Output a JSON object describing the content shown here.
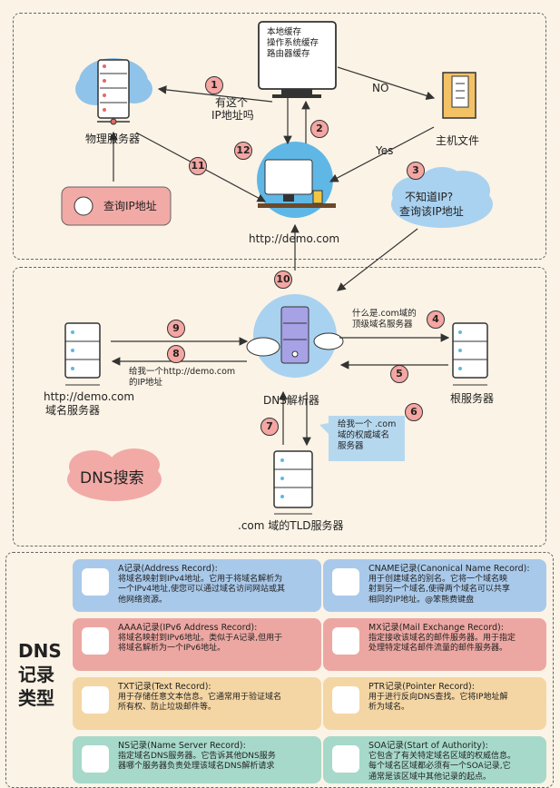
{
  "cache_text": [
    "本地缓存",
    "操作系统缓存",
    "路由器缓存"
  ],
  "physical_server": "物理服务器",
  "query_ip": "查询IP地址",
  "bubble1": [
    "有这个",
    "IP地址吗"
  ],
  "no": "NO",
  "yes": "Yes",
  "hosts_file": "主机文件",
  "cloud_text": [
    "不知道IP?",
    "查询该IP地址"
  ],
  "url": "http://demo.com",
  "resolver": "DNS解析器",
  "root": "根服务器",
  "domain_server": [
    "http://demo.com",
    "域名服务器"
  ],
  "tld_server": ".com 域的TLD服务器",
  "dns_search": "DNS搜索",
  "note4": [
    "什么是.com域的",
    "顶级域名服务器"
  ],
  "note6": [
    "给我一个 .com",
    "域的权威域名",
    "服务器"
  ],
  "note8": [
    "给我一个http://demo.com",
    "的IP地址"
  ],
  "step_numbers": [
    "1",
    "2",
    "3",
    "4",
    "5",
    "6",
    "7",
    "8",
    "9",
    "10",
    "11",
    "12"
  ],
  "record_title": [
    "DNS",
    "记录",
    "类型"
  ],
  "records": [
    {
      "title": "A记录(Address Record):",
      "lines": [
        "将域名映射到IPv4地址。它用于将域名解析为",
        "一个IPv4地址,使您可以通过域名访问网站或其",
        "他网络资源。"
      ],
      "icon": "map-pin-icon",
      "color": "#a9c9ea"
    },
    {
      "title": "CNAME记录(Canonical Name Record):",
      "lines": [
        "用于创建域名的别名。它将一个域名映",
        "射到另一个域名,使得两个域名可以共享",
        "相同的IP地址。@笨熊费键盘"
      ],
      "icon": "cname-icon",
      "color": "#a9c9ea"
    },
    {
      "title": "AAAA记录(IPv6 Address Record):",
      "lines": [
        "将域名映射到IPv6地址。类似于A记录,但用于",
        "将域名解析为一个IPv6地址。"
      ],
      "icon": "map-icon",
      "color": "#eda7a2"
    },
    {
      "title": "MX记录(Mail Exchange Record):",
      "lines": [
        "指定接收该域名的邮件服务器。用于指定",
        "处理特定域名邮件流量的邮件服务器。"
      ],
      "icon": "mail-icon",
      "color": "#eda7a2"
    },
    {
      "title": "TXT记录(Text Record):",
      "lines": [
        "用于存储任意文本信息。它通常用于验证域名",
        "所有权、防止垃圾邮件等。"
      ],
      "icon": "txt-file-icon",
      "color": "#f4d6a4"
    },
    {
      "title": "PTR记录(Pointer Record):",
      "lines": [
        "用于进行反向DNS查找。它将IP地址解",
        "析为域名。"
      ],
      "icon": "document-icon",
      "color": "#f4d6a4"
    },
    {
      "title": "NS记录(Name Server Record):",
      "lines": [
        "指定域名DNS服务器。它告诉其他DNS服务",
        "器哪个服务器负责处理该域名DNS解析请求"
      ],
      "icon": "server-icon",
      "color": "#a6d9c9"
    },
    {
      "title": "SOA记录(Start of Authority):",
      "lines": [
        "它包含了有关特定域名区域的权威信息。",
        "每个域名区域都必须有一个SOA记录,它",
        "通常是该区域中其他记录的起点。"
      ],
      "icon": "soa-icon",
      "color": "#a6d9c9"
    }
  ]
}
